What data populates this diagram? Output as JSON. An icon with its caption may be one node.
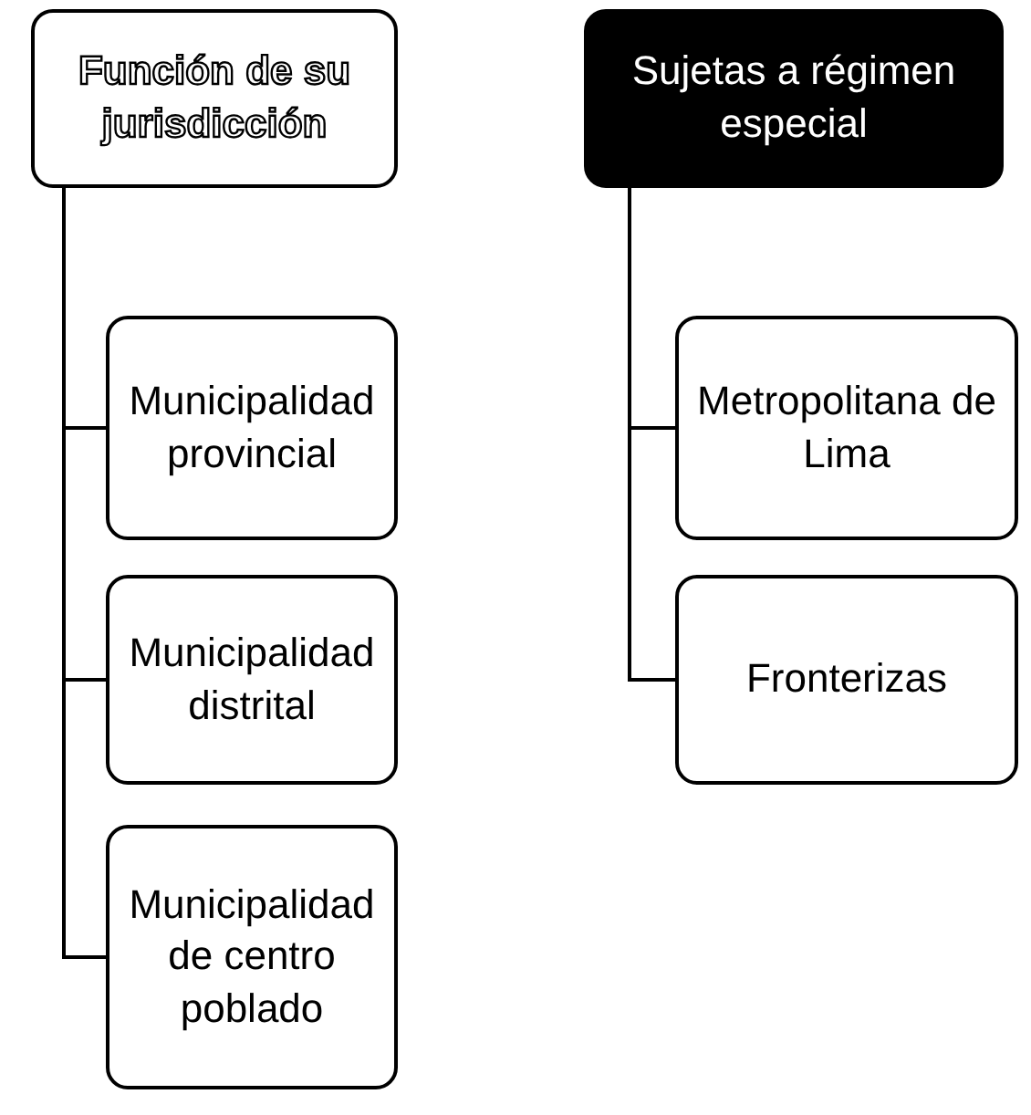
{
  "diagram": {
    "nodes": [
      {
        "text": [
          "Función de su jurisdicción"
        ]
      },
      {
        "text": [
          "Municipalidad provincial"
        ]
      },
      {
        "text": [
          "Municipalidad distrital"
        ]
      },
      {
        "text": [
          "Municipalidad de centro poblado"
        ]
      },
      {
        "text": [
          "Sujetas a régimen especial"
        ]
      },
      {
        "text": [
          "Metropolitana de Lima"
        ]
      },
      {
        "text": [
          "Fronterizas"
        ]
      }
    ],
    "edges": [
      {
        "from": 0,
        "to": 1,
        "arrow": "none"
      },
      {
        "from": 0,
        "to": 2,
        "arrow": "none"
      },
      {
        "from": 0,
        "to": 3,
        "arrow": "none"
      },
      {
        "from": 4,
        "to": 5,
        "arrow": "none"
      },
      {
        "from": 4,
        "to": 6,
        "arrow": "none"
      }
    ]
  }
}
